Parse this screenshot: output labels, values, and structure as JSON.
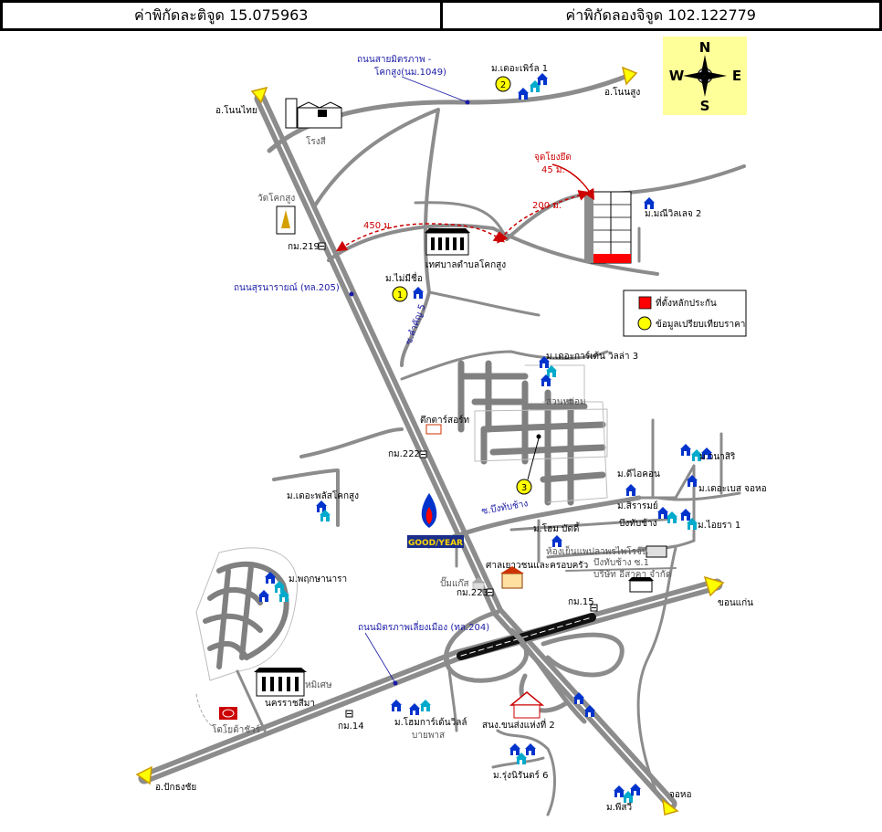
{
  "header": {
    "latitude": "ค่าพิกัดละติจูด 15.075963",
    "longitude": "ค่าพิกัดลองจิจูด 102.122779"
  },
  "compass": {
    "n": "N",
    "s": "S",
    "e": "E",
    "w": "W"
  },
  "directions": {
    "non_thai": "อ.โนนไทย",
    "non_sung": "อ.โนนสูง",
    "khon_kaen": "ขอนแก่น",
    "chok_chai": "อ.ปักธงชัย",
    "cho_ho": "จอหอ"
  },
  "roads": {
    "sai_mittraphap": "ถนนสายมิตรภาพ -",
    "sai_mittraphap_2": "โคกสูง(นม.1049)",
    "suranarai": "ถนนสุรนารายณ์ (ทล.205)",
    "mittraphap_bypass": "ถนนมิตรภาพเลี่ยงเมือง (ทล.204)",
    "soi_lakhan_5": "ซ.ลำคัญ 5",
    "soi_bueng_thap_chang": "ซ.บึงทับช้าง"
  },
  "km": {
    "km219": "กม.219",
    "km222": "กม.222",
    "km223": "กม.223",
    "km15": "กม.15",
    "km14": "กม.14"
  },
  "distances": {
    "d450": "450 ม.",
    "d200": "200 ม.",
    "d45": "45 ม."
  },
  "subject": {
    "label": "จุดโยงยึด",
    "village": "ม.มณีวิลเลจ 2"
  },
  "landmarks": {
    "factory": "โรงสี",
    "temple": "วัดโคกสูง",
    "municipality": "เทศบาลตำบลโคกสูง",
    "tuktara": "ตึกตาร์สอร์ท",
    "ptt": "ปั๊มแก๊ส",
    "youth_court": "ศาลเยาวชนและครอบครัว",
    "room_factory": "ห้องเย็นแพปลาพรไพโรจน์",
    "bueng_thap_chang_soi1": "บึงทับช้าง ซ.1",
    "isara": "บริษัท อีสาคา จำกัด",
    "bueng_thap_chang": "บึงทับช้าง",
    "school": "หมิเศษ",
    "nakhon_ratchasima": "นครราชสีมา",
    "toyota": "โตโยต้าชัวร์",
    "transport": "สนง.ขนส่งแห่งที่ 2",
    "bypass": "บายพาส",
    "suan_yom": "สวนหย่อม"
  },
  "villages": {
    "pearl1": "ม.เดอะเพิร์ล 1",
    "mai_mi_chue": "ม.ไม่มีชื่อ",
    "garden_villa3": "ม.เดอะการ์เด้น วิลล่า 3",
    "dicon": "ม.ดีไอคอน",
    "siraram": "ม.สิรารมย์",
    "home_buddy": "ม.โฮม บัดดี้",
    "wanasiri": "ม.วนาสิริ",
    "the_base": "ม.เดอะเบส จอหอ",
    "aiyara1": "ม.ไอยรา 1",
    "plus_khok_sung": "ม.เดอะพลัสโคกสูง",
    "pruksa": "ม.พฤกษานารา",
    "home_garden": "ม.โฮมการ์เด้นวิลล์",
    "rungnirun6": "ม.รุ่งนิรันดร์ 6",
    "phisawi": "ม.พีสวี"
  },
  "markers": {
    "m1": "1",
    "m2": "2",
    "m3": "3"
  },
  "legend": {
    "red_label": "ที่ตั้งหลักประกัน",
    "yellow_label": "ข้อมูลเปรียบเทียบราคา"
  },
  "colors": {
    "road": "#808080",
    "highway": "#9a9a9a",
    "red": "#ff0000",
    "yellow": "#ffff00",
    "compass_bg": "#ffff99",
    "blue_text": "#1a1aa6"
  },
  "icons": [
    "compass-icon",
    "factory-icon",
    "temple-icon",
    "building-icon",
    "house-icon",
    "ptt-logo-icon",
    "goodyear-logo-icon",
    "toyota-logo-icon"
  ]
}
